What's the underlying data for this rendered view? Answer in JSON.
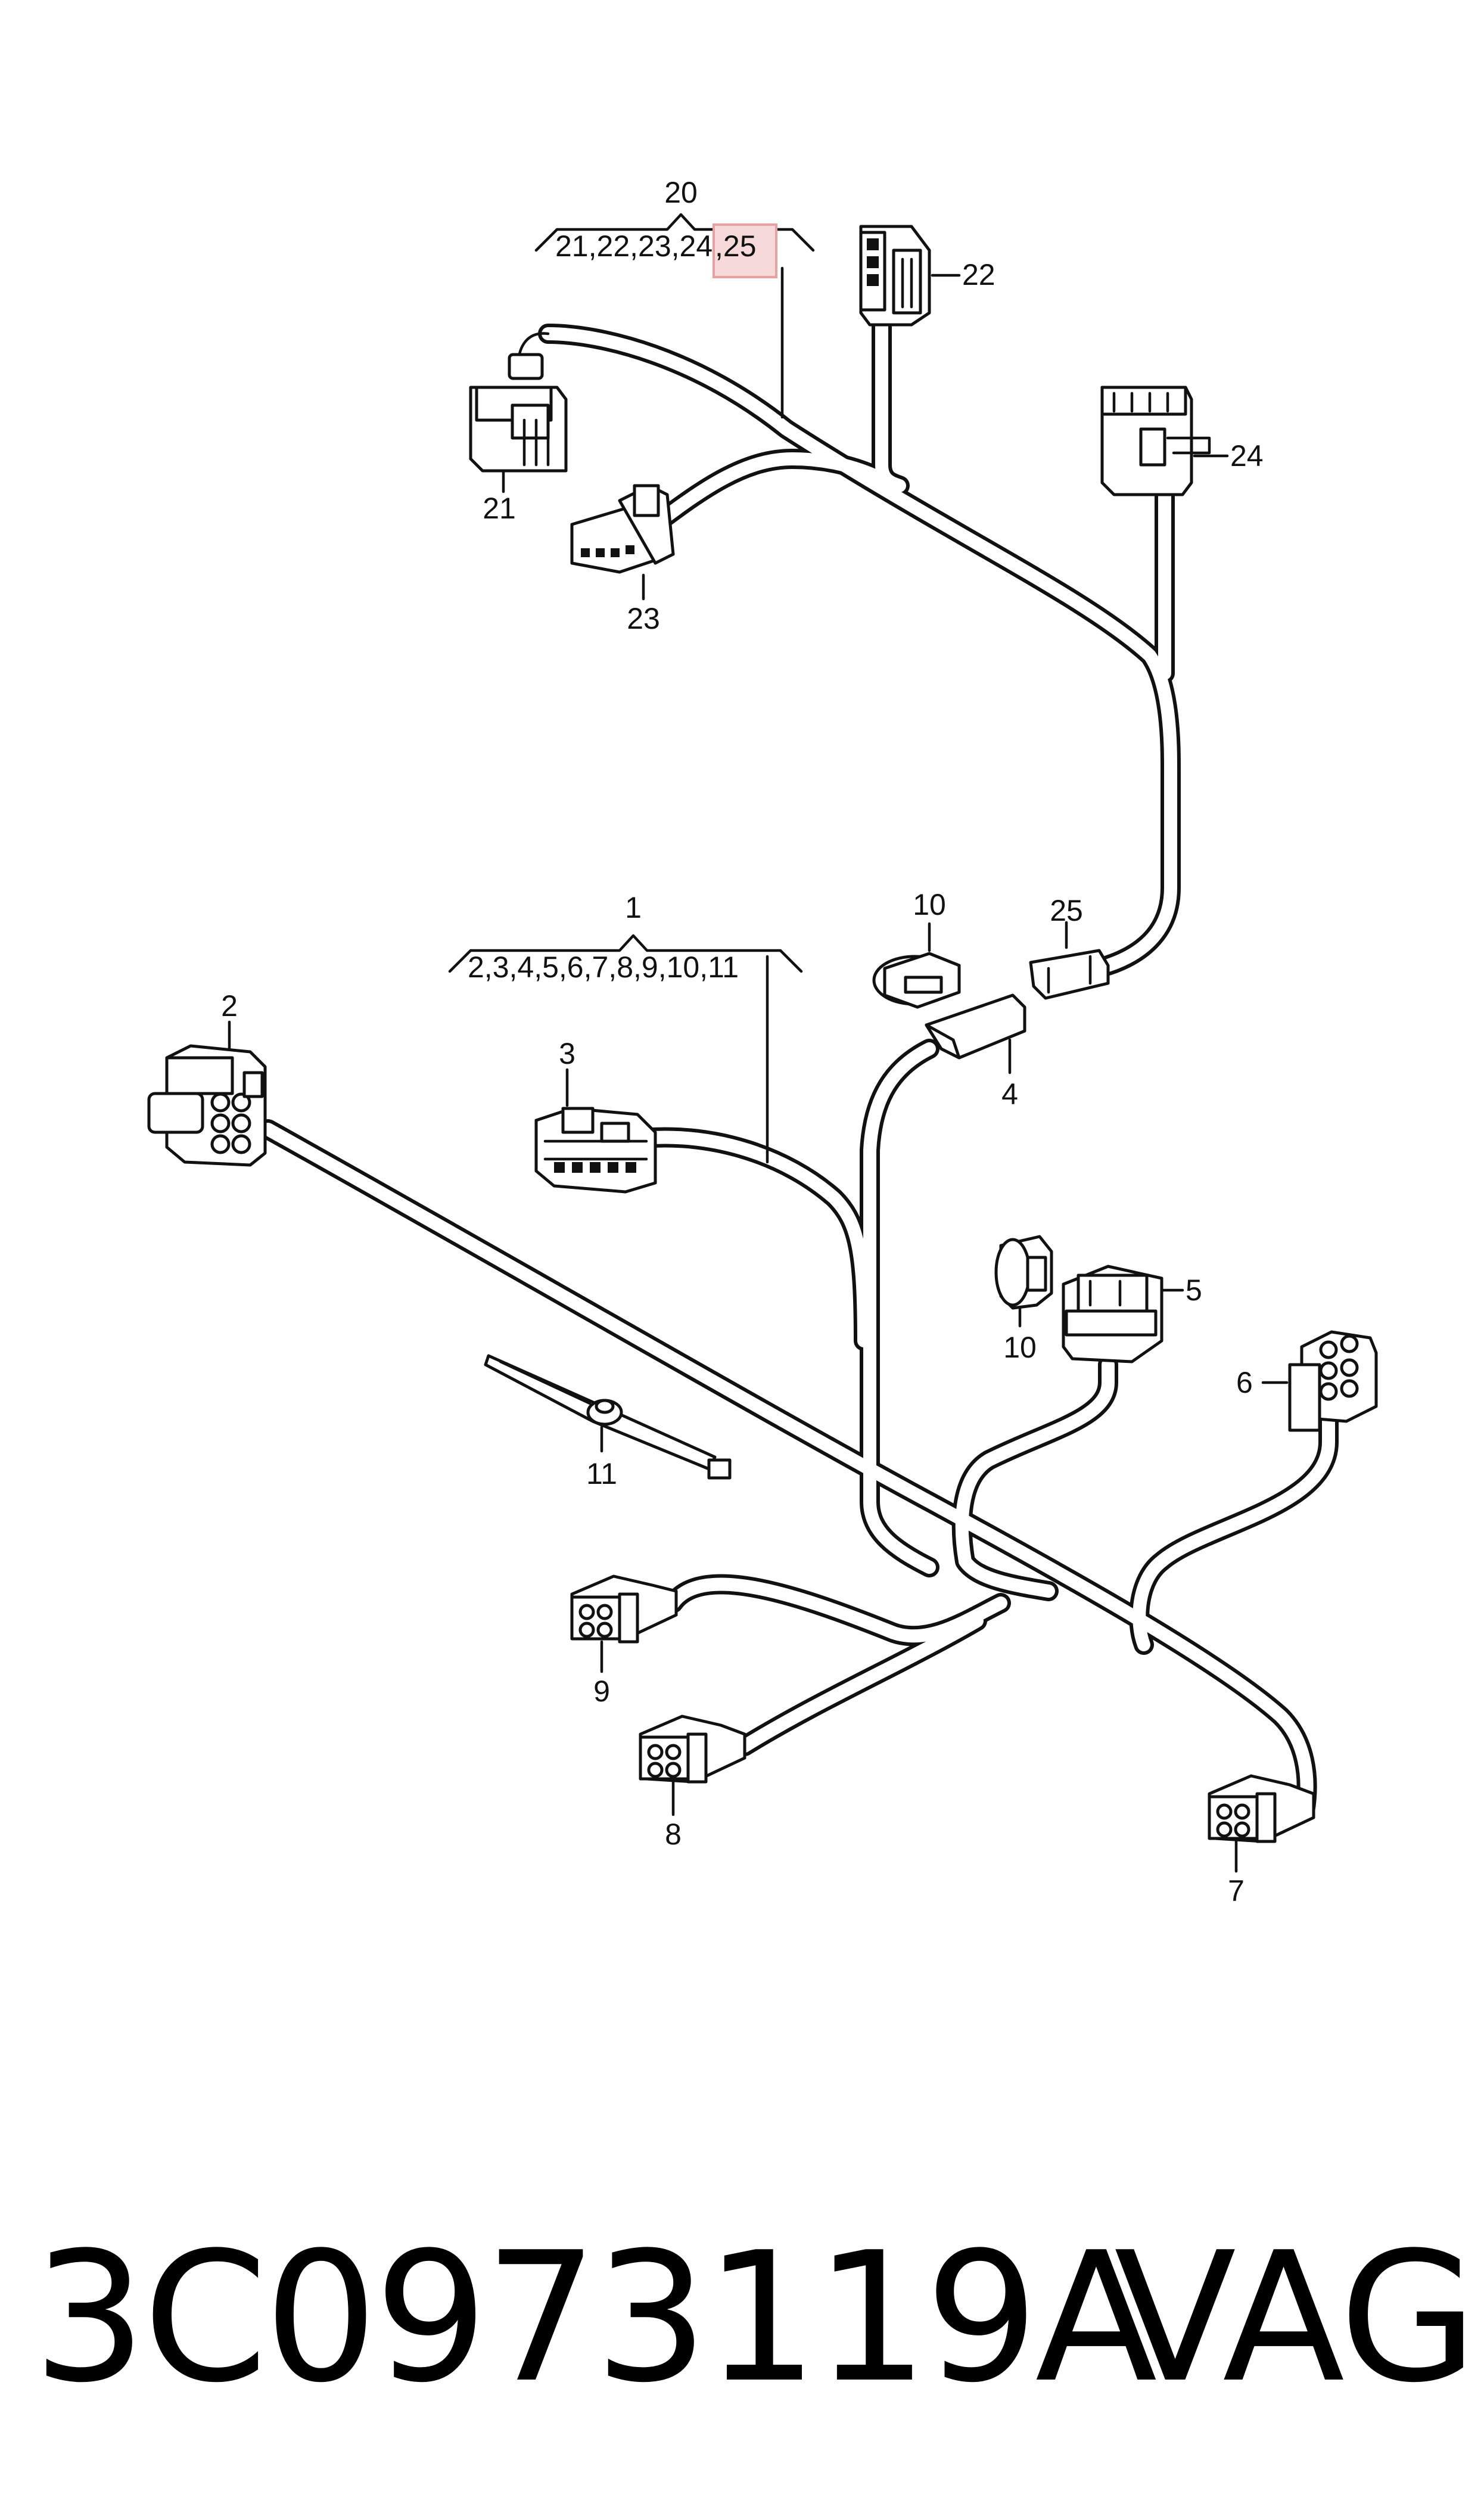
{
  "diagram": {
    "group_top": {
      "number": "20",
      "members_main": "21,22,23,24",
      "members_highlighted": ",25"
    },
    "group_bottom": {
      "number": "1",
      "members": "2,3,4,5,6,7,8,9,10,11"
    },
    "callouts": {
      "p2": "2",
      "p3": "3",
      "p4": "4",
      "p5": "5",
      "p6": "6",
      "p7": "7",
      "p8": "8",
      "p9": "9",
      "p10a": "10",
      "p10b": "10",
      "p11": "11",
      "p21": "21",
      "p22": "22",
      "p23": "23",
      "p24": "24",
      "p25": "25"
    },
    "highlight_color": "#e9a0a0"
  },
  "footer": {
    "part_number": "3C0973119A",
    "brand": "VAG"
  }
}
